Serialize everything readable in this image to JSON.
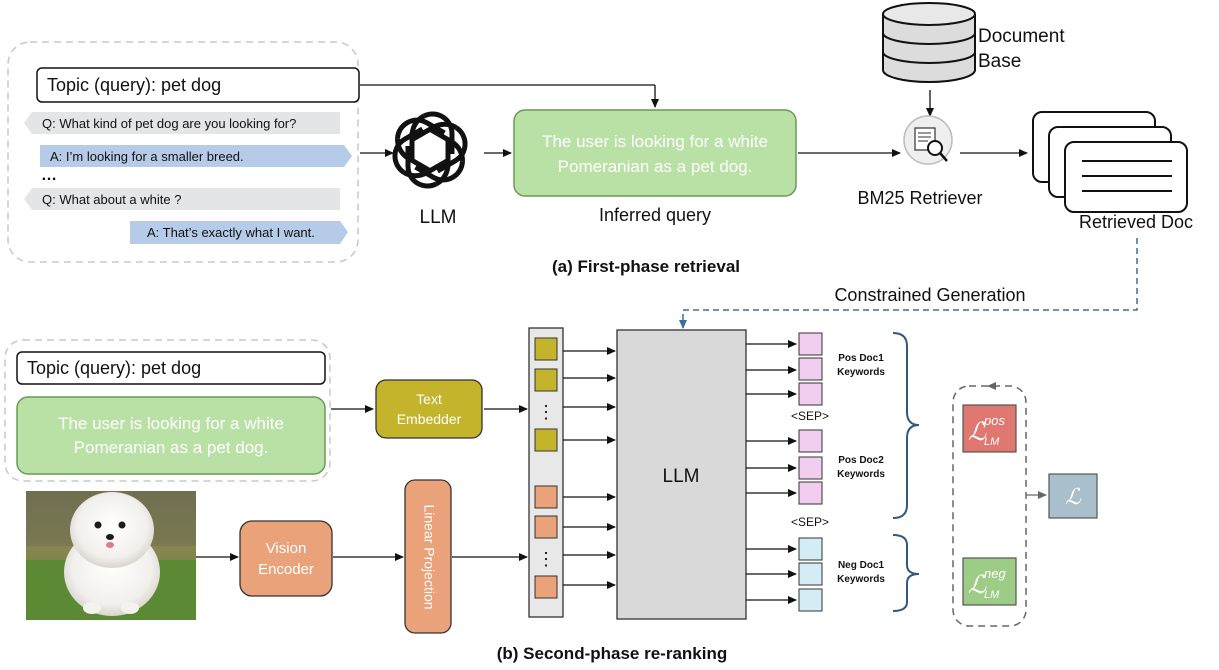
{
  "phase1": {
    "caption": "(a) First-phase retrieval",
    "topic": "Topic (query): pet dog",
    "dialogue": [
      {
        "speaker": "Q",
        "text": "Q: What kind of pet dog are you looking for?"
      },
      {
        "speaker": "A",
        "text": "A: I’m looking for a smaller breed."
      },
      {
        "speaker": "ellipsis",
        "text": "…"
      },
      {
        "speaker": "Q",
        "text": "Q: What about a white ?"
      },
      {
        "speaker": "A",
        "text": "A: That’s exactly what I want."
      }
    ],
    "llm_label": "LLM",
    "inferred_line1": "The user is looking for a white",
    "inferred_line2": "Pomeranian as a pet dog.",
    "inferred_label": "Inferred query",
    "docbase_line1": "Document",
    "docbase_line2": "Base",
    "retriever_label": "BM25 Retriever",
    "retrieved_label": "Retrieved Doc"
  },
  "link_label": "Constrained Generation",
  "phase2": {
    "caption": "(b) Second-phase re-ranking",
    "topic": "Topic (query): pet dog",
    "inferred_line1": "The user is looking for a white",
    "inferred_line2": "Pomeranian as a pet dog.",
    "text_embedder_line1": "Text",
    "text_embedder_line2": "Embedder",
    "vision_encoder_line1": "Vision",
    "vision_encoder_line2": "Encoder",
    "linear_projection": "Linear Projection",
    "llm_label": "LLM",
    "pos_doc1_line1": "Pos Doc1",
    "pos_doc1_line2": "Keywords",
    "sep1": "<SEP>",
    "pos_doc2_line1": "Pos Doc2",
    "pos_doc2_line2": "Keywords",
    "sep2": "<SEP>",
    "neg_doc1_line1": "Neg Doc1",
    "neg_doc1_line2": "Keywords",
    "vdots": "⋮",
    "loss_pos": {
      "base": "ℒ",
      "sup": "pos",
      "sub": "LM"
    },
    "loss_neg": {
      "base": "ℒ",
      "sup": "neg",
      "sub": "LM"
    },
    "loss_total": "ℒ"
  },
  "icons": [
    "openai-logo-icon",
    "database-icon",
    "retriever-magnifier-icon",
    "document-stack-icon",
    "dog-photo"
  ],
  "colors": {
    "green_fill": "#b9e1a6",
    "green_stroke": "#6a9a55",
    "olive_fill": "#c4b42c",
    "orange_fill": "#e9a27a",
    "pink_token": "#f1cdef",
    "blue_token": "#d3ecf6",
    "loss_pos": "#e07872",
    "loss_neg": "#9ccc86",
    "loss_total": "#a9bfcc",
    "q_bubble": "#e3e5e6",
    "a_bubble": "#b5cbe8",
    "brace": "#33597c",
    "dashed_link": "#3b6e98"
  }
}
